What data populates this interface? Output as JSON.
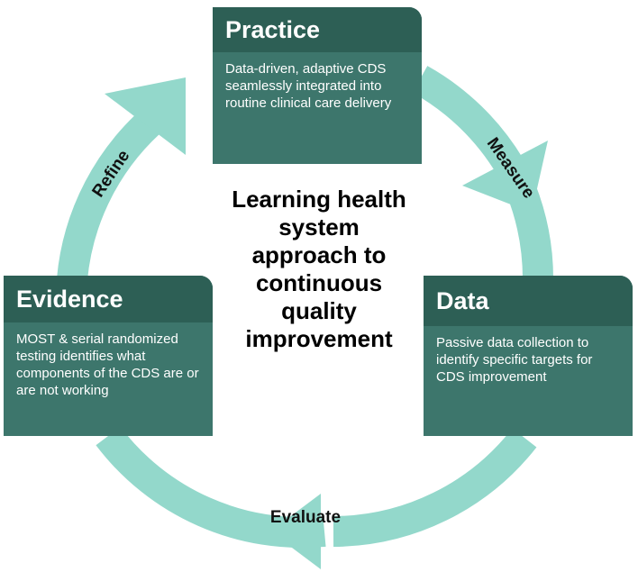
{
  "colors": {
    "ring": "#93d8cb",
    "card_header": "#2d5f55",
    "card_body": "#3d766c",
    "card_text": "#ffffff",
    "center_text": "#000000"
  },
  "center_title": "Learning health\nsystem\napproach to\ncontinuous\nquality\nimprovement",
  "stages": {
    "practice": {
      "title": "Practice",
      "description": "Data-driven, adaptive CDS seamlessly integrated into routine clinical care delivery"
    },
    "data": {
      "title": "Data",
      "description": "Passive data collection to identify specific targets for CDS improvement"
    },
    "evidence": {
      "title": "Evidence",
      "description": "MOST & serial randomized testing identifies what components of the CDS are or are not working"
    }
  },
  "arrows": {
    "measure": "Measure",
    "evaluate": "Evaluate",
    "refine": "Refine"
  }
}
